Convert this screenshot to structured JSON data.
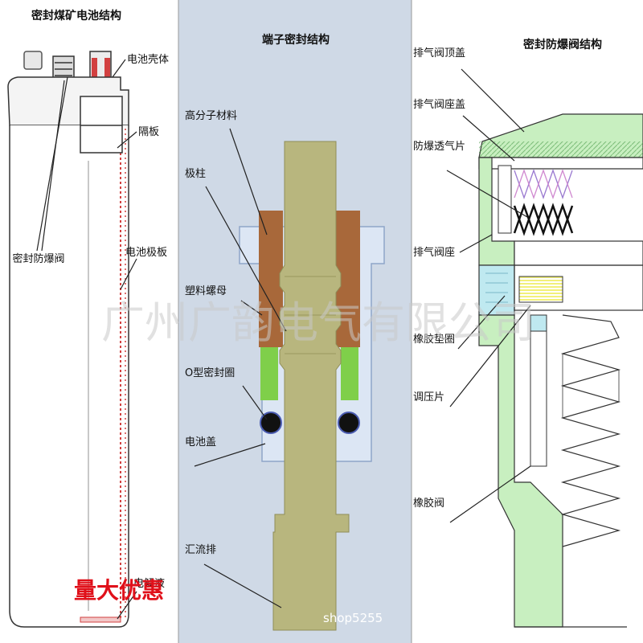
{
  "colors": {
    "middle_bg": "#cfd9e6",
    "terminal": "#b8b67e",
    "polymer": "#a8683a",
    "o_ring": "#7fcf4a",
    "green_fill": "#c8efc0",
    "cyan_fill": "#bfe9f0",
    "shell_red": "#d24040",
    "promo_red": "#e0101a",
    "watermark": "#c8c8c8"
  },
  "left_panel": {
    "title": "密封煤矿电池结构",
    "labels": {
      "shell": "电池壳体",
      "separator": "隔板",
      "plate": "电池极板",
      "valve": "密封防爆阀",
      "electrolyte": "电解液"
    },
    "promo": "量大优惠"
  },
  "middle_panel": {
    "title": "端子密封结构",
    "labels": {
      "polymer": "高分子材料",
      "post": "极柱",
      "nut": "塑料螺母",
      "oring": "O型密封圈",
      "cover": "电池盖",
      "busbar": "汇流排"
    },
    "shop": "shop5255"
  },
  "right_panel": {
    "title": "密封防爆阀结构",
    "labels": {
      "top_cover": "排气阀顶盖",
      "seat_cover": "排气阀座盖",
      "membrane": "防爆透气片",
      "seat": "排气阀座",
      "gasket": "橡胶垫圈",
      "pressure": "调压片",
      "rubber_valve": "橡胶阀"
    }
  },
  "watermark": "广州广韵电气有限公司"
}
